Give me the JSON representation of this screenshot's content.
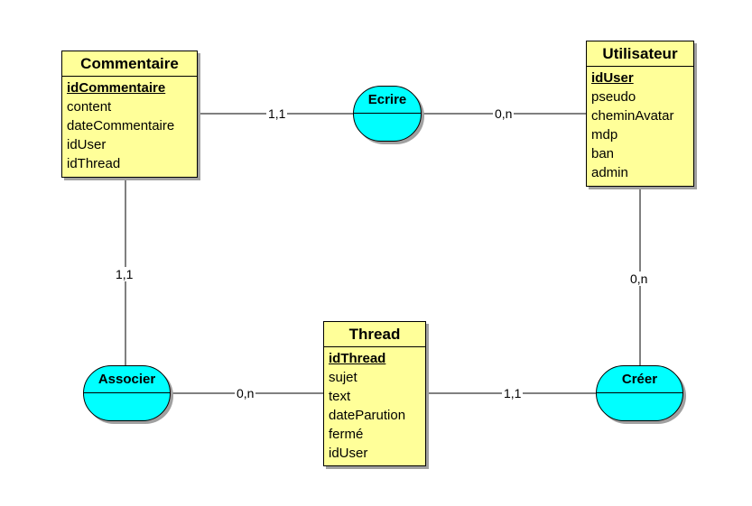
{
  "entities": {
    "commentaire": {
      "name": "Commentaire",
      "attributes": [
        "idCommentaire",
        "content",
        "dateCommentaire",
        "idUser",
        "idThread"
      ]
    },
    "utilisateur": {
      "name": "Utilisateur",
      "attributes": [
        "idUser",
        "pseudo",
        "cheminAvatar",
        "mdp",
        "ban",
        "admin"
      ]
    },
    "thread": {
      "name": "Thread",
      "attributes": [
        "idThread",
        "sujet",
        "text",
        "dateParution",
        "fermé",
        "idUser"
      ]
    }
  },
  "relations": {
    "ecrire": {
      "name": "Ecrire"
    },
    "associer": {
      "name": "Associer"
    },
    "creer": {
      "name": "Créer"
    }
  },
  "cardinalities": {
    "ecrire_commentaire": "1,1",
    "ecrire_utilisateur": "0,n",
    "associer_commentaire": "1,1",
    "associer_thread": "0,n",
    "creer_thread": "1,1",
    "creer_utilisateur": "0,n"
  },
  "colors": {
    "entity_fill": "#ffff99",
    "relation_fill": "#00ffff",
    "shadow": "#a0a0a0"
  }
}
